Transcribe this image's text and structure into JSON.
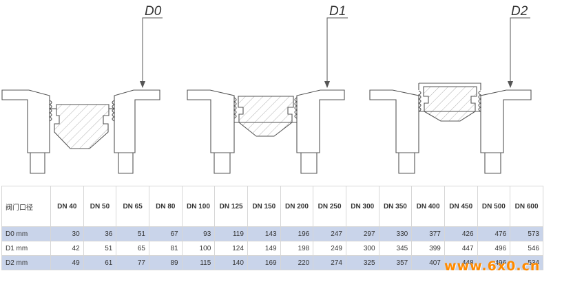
{
  "diagram": {
    "labels": [
      "D0",
      "D1",
      "D2"
    ]
  },
  "table": {
    "header_label": "阀门口径",
    "columns": [
      "DN 40",
      "DN 50",
      "DN 65",
      "DN 80",
      "DN 100",
      "DN 125",
      "DN 150",
      "DN 200",
      "DN 250",
      "DN 300",
      "DN 350",
      "DN 400",
      "DN 450",
      "DN 500",
      "DN 600"
    ],
    "rows": [
      {
        "label": "D0 mm",
        "values": [
          "30",
          "36",
          "51",
          "67",
          "93",
          "119",
          "143",
          "196",
          "247",
          "297",
          "330",
          "377",
          "426",
          "476",
          "573"
        ]
      },
      {
        "label": "D1 mm",
        "values": [
          "42",
          "51",
          "65",
          "81",
          "100",
          "124",
          "149",
          "198",
          "249",
          "300",
          "345",
          "399",
          "447",
          "496",
          "546"
        ]
      },
      {
        "label": "D2 mm",
        "values": [
          "49",
          "61",
          "77",
          "89",
          "115",
          "140",
          "169",
          "220",
          "274",
          "325",
          "357",
          "407",
          "448",
          "496",
          "534"
        ]
      }
    ]
  },
  "watermark": "www.6x0.cn",
  "colors": {
    "row_shade": "#c9d4ea",
    "watermark": "#ff8a00",
    "line": "#555555",
    "hatch": "#9a9a9a"
  }
}
